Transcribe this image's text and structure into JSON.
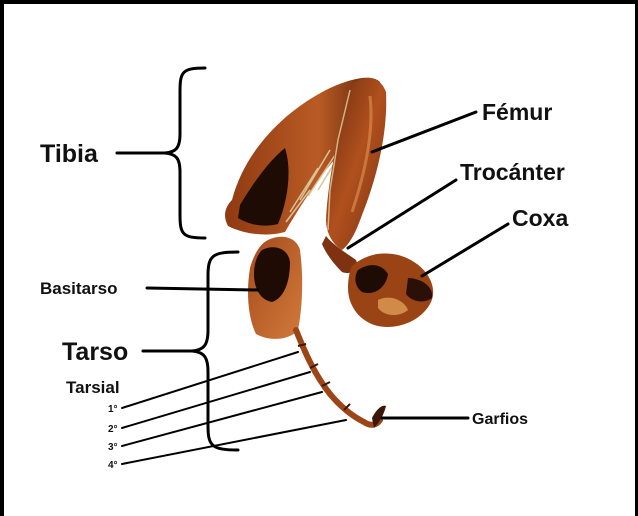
{
  "labels": {
    "tibia": "Tibia",
    "femur": "Fémur",
    "trocanter": "Trocánter",
    "coxa": "Coxa",
    "basitarso": "Basitarso",
    "tarso": "Tarso",
    "tarsial": "Tarsial",
    "tarsial_1": "1°",
    "tarsial_2": "2°",
    "tarsial_3": "3°",
    "tarsial_4": "4°",
    "garfios": "Garfios"
  },
  "colors": {
    "frame": "#000000",
    "background": "#ffffff",
    "leg_dark": "#1e0c04",
    "leg_mid": "#8a3612",
    "leg_light": "#c2652a",
    "hair": "#d9c49a"
  }
}
